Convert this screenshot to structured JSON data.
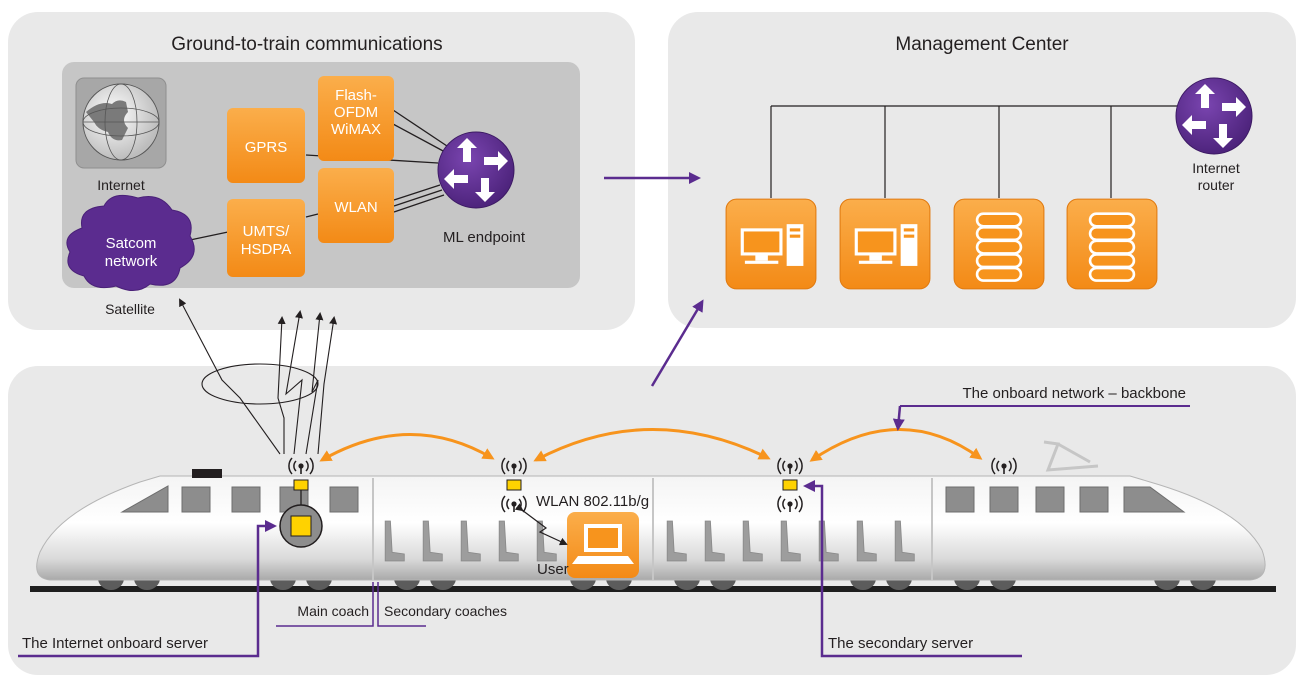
{
  "panels": {
    "ground_title": "Ground-to-train communications",
    "management_title": "Management Center"
  },
  "ground": {
    "internet": "Internet",
    "gprs": "GPRS",
    "flash_1": "Flash-",
    "flash_2": "OFDM",
    "flash_3": "WiMAX",
    "wlan": "WLAN",
    "umts_1": "UMTS/",
    "umts_2": "HSDPA",
    "satcom_1": "Satcom",
    "satcom_2": "network",
    "satellite": "Satellite",
    "ml_endpoint": "ML endpoint"
  },
  "management": {
    "router_1": "Internet",
    "router_2": "router"
  },
  "train": {
    "backbone": "The onboard network – backbone",
    "wlan_std": "WLAN 802.11b/g",
    "user": "User",
    "main_coach": "Main coach",
    "secondary_coaches": "Secondary coaches",
    "internet_server": "The Internet onboard server",
    "secondary_server": "The secondary server"
  },
  "colors": {
    "orange": "#f7941d",
    "purple": "#5b2c8f",
    "panel": "#e9e9e9",
    "inner_panel": "#c6c6c6",
    "yellow": "#ffd200"
  }
}
